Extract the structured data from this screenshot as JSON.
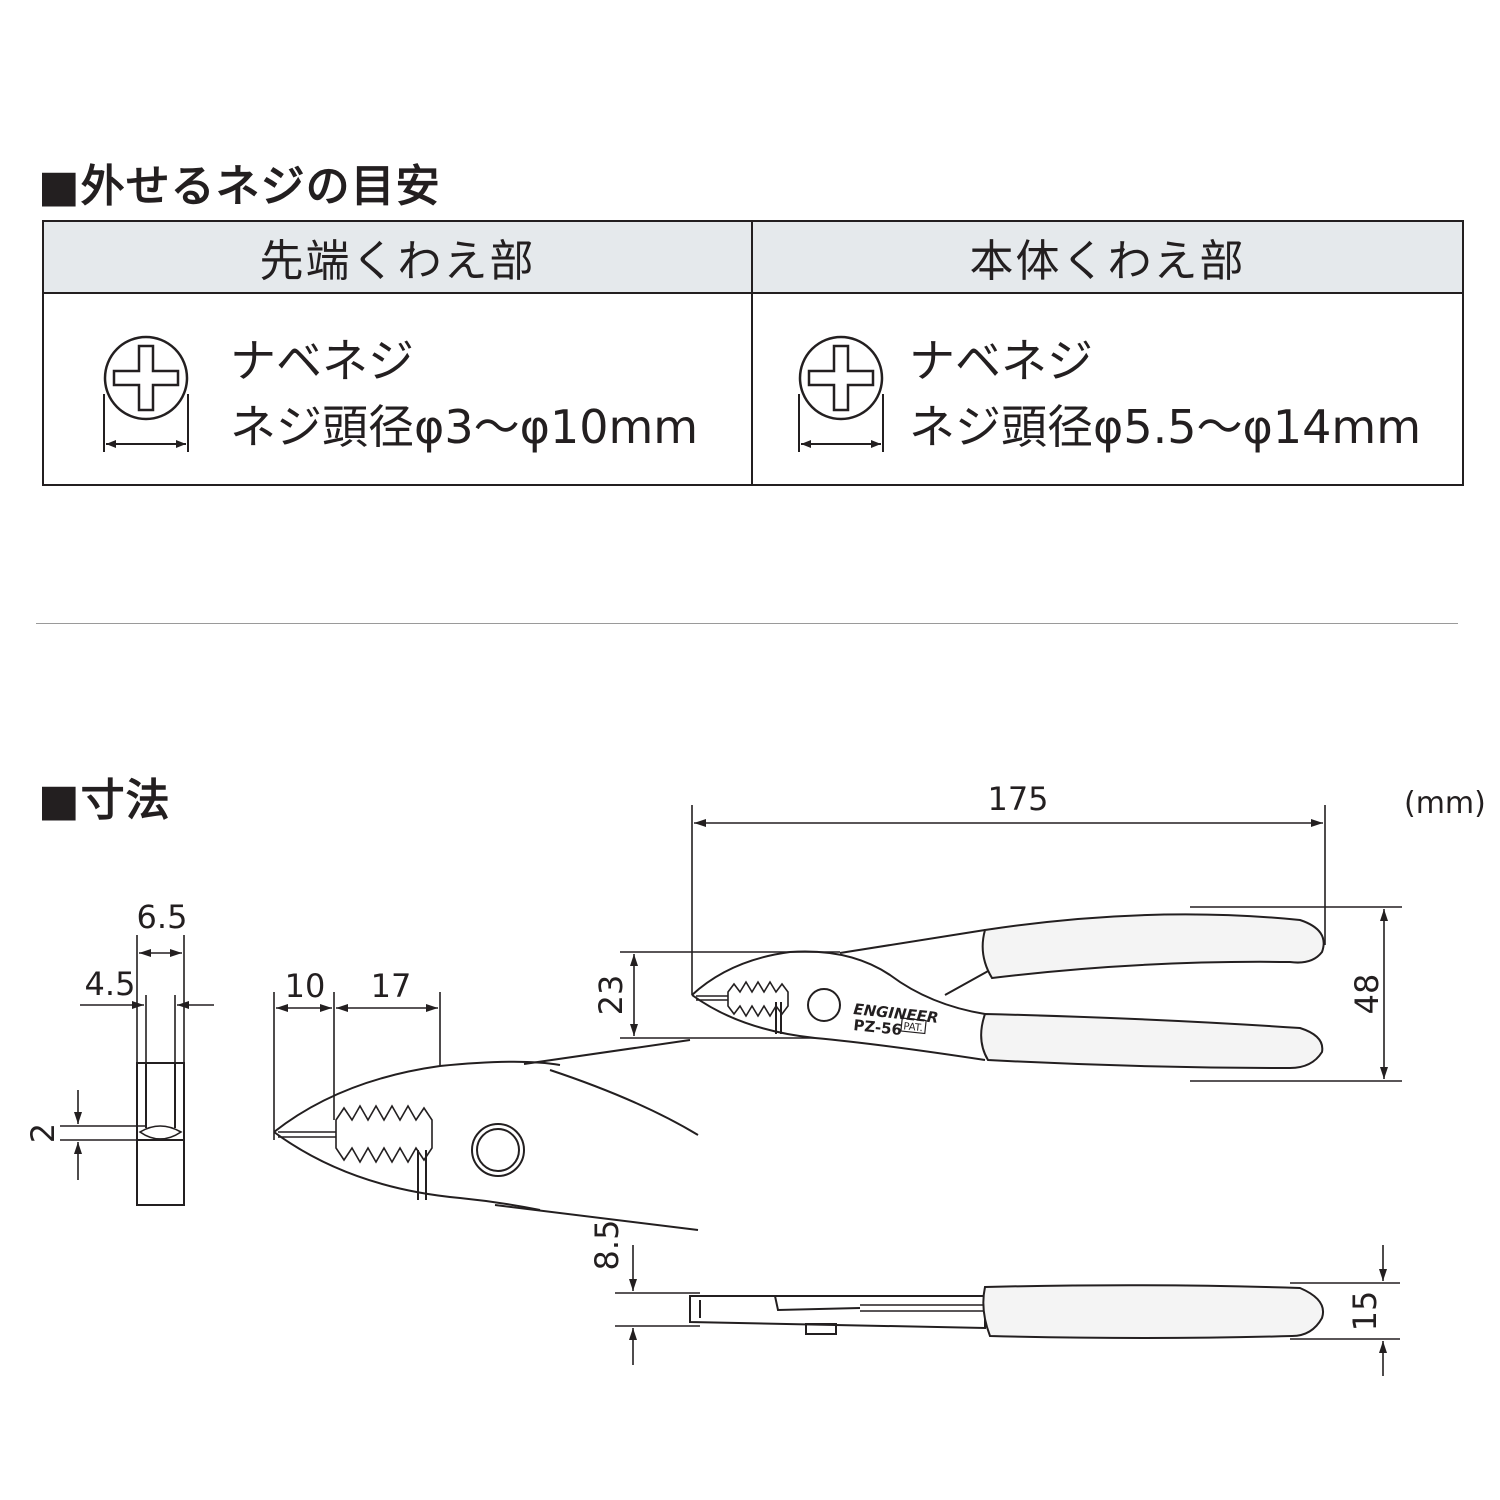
{
  "screw_section": {
    "title": "■外せるネジの目安",
    "headers": {
      "tip": "先端くわえ部",
      "body": "本体くわえ部"
    },
    "tip": {
      "type": "ナベネジ",
      "range": "ネジ頭径φ3～φ10mm"
    },
    "body": {
      "type": "ナベネジ",
      "range": "ネジ頭径φ5.5～φ14mm"
    }
  },
  "dimension_section": {
    "title": "■寸法",
    "unit": "(mm)",
    "labels": {
      "overall_length": "175",
      "handle_width": "48",
      "jaw_height": "23",
      "jaw_tip": "10",
      "jaw_serration": "17",
      "tip_width_outer": "6.5",
      "tip_width_inner": "4.5",
      "tip_thickness": "2",
      "head_thickness": "8.5",
      "handle_thickness": "15"
    },
    "brand": "ENGINEER",
    "model": "PZ-56",
    "patent_mark": "PAT."
  },
  "colors": {
    "line": "#231f20",
    "header_bg": "#e5e9ec",
    "grip": "#f4f4f4"
  }
}
